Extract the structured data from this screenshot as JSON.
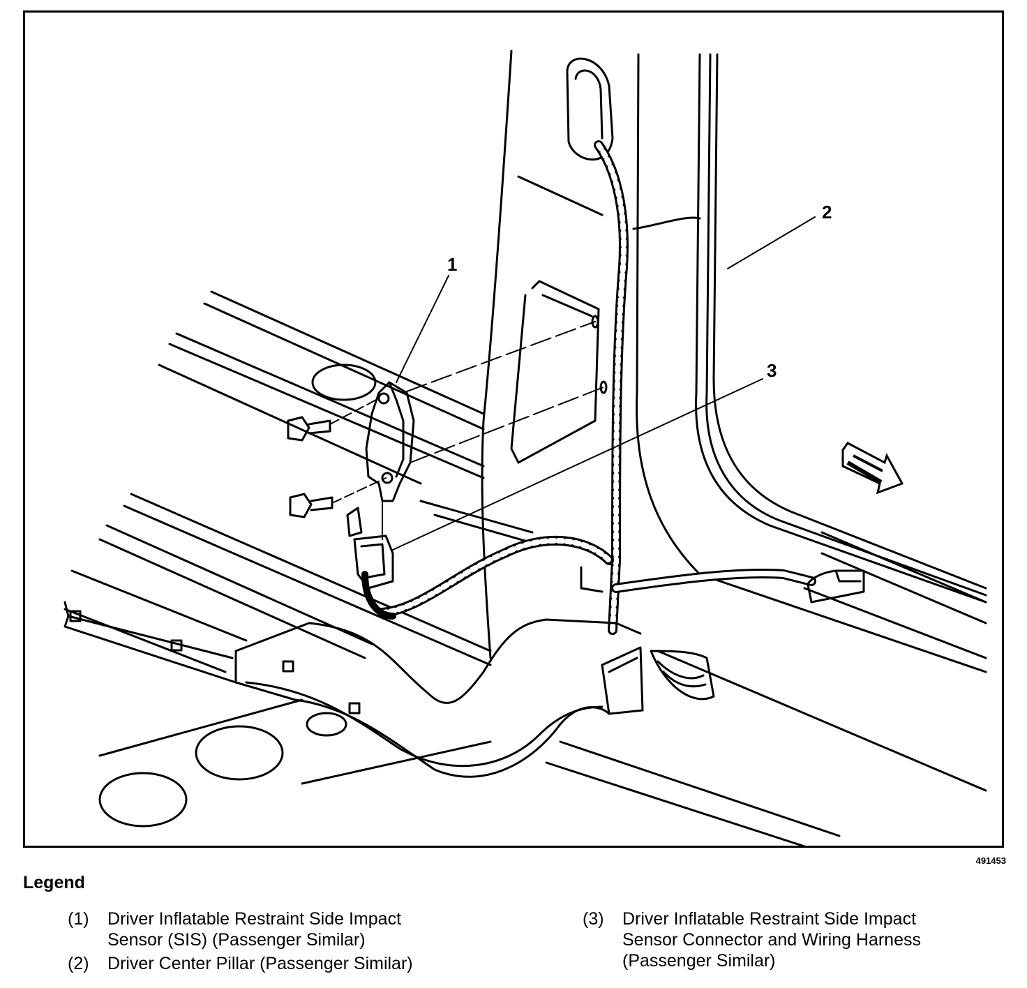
{
  "callouts": [
    "1",
    "2",
    "3"
  ],
  "figure_id": "491453",
  "legend": {
    "title": "Legend",
    "items": [
      {
        "num": "(1)",
        "text": "Driver Inflatable Restraint Side Impact\nSensor (SIS) (Passenger Similar)"
      },
      {
        "num": "(2)",
        "text": "Driver Center Pillar (Passenger Similar)"
      },
      {
        "num": "(3)",
        "text": "Driver Inflatable Restraint Side Impact\nSensor Connector and Wiring Harness\n(Passenger Similar)"
      }
    ]
  },
  "colors": {
    "ink": "#000000",
    "paper": "#ffffff"
  },
  "icons": [
    "forward-arrow-icon",
    "bolt-icon"
  ]
}
